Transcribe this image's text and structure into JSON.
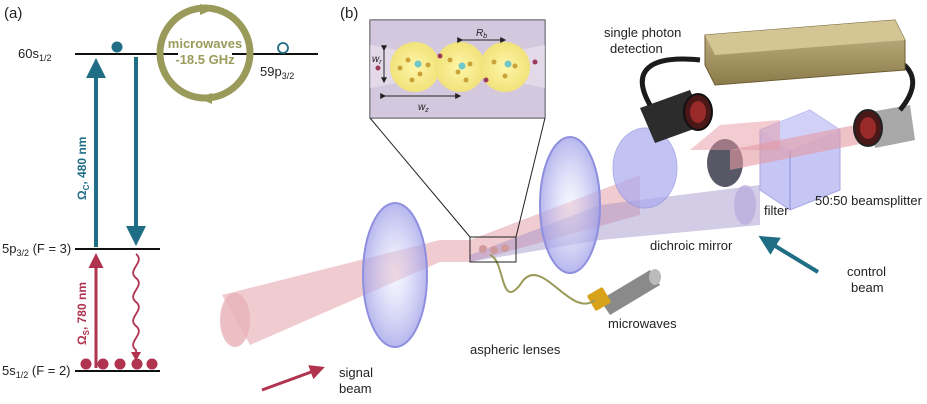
{
  "panel_a": {
    "label": "(a)",
    "levels": {
      "top": "60s",
      "top_sub": "1/2",
      "mid": "5p",
      "mid_sub": "3/2",
      "mid_suffix": " (F = 3)",
      "ground": "5s",
      "ground_sub": "1/2",
      "ground_suffix": " (F = 2)",
      "rydberg_p": "59p",
      "rydberg_p_sub": "3/2"
    },
    "microwave": {
      "line1": "microwaves",
      "line2": "-18.5 GHz"
    },
    "control_label": "Ω",
    "control_sub": "C",
    "control_suffix": ", 480 nm",
    "signal_label": "Ω",
    "signal_sub": "S",
    "signal_suffix": ", 780 nm",
    "colors": {
      "control": "#1f6e86",
      "signal": "#b0334f",
      "microwave": "#9a9a5a"
    }
  },
  "panel_b": {
    "label": "(b)",
    "inset": {
      "r_label": "R",
      "r_sub": "b",
      "wr_label": "w",
      "wr_sub": "r",
      "wz_label": "w",
      "wz_sub": "z"
    },
    "labels": {
      "single_photon": "single photon",
      "detection": "detection",
      "filter": "filter",
      "beamsplitter": "50:50 beamsplitter",
      "dichroic": "dichroic mirror",
      "control_beam_1": "control",
      "control_beam_2": "beam",
      "microwaves": "microwaves",
      "aspheric": "aspheric lenses",
      "signal_beam_1": "signal",
      "signal_beam_2": "beam"
    }
  }
}
